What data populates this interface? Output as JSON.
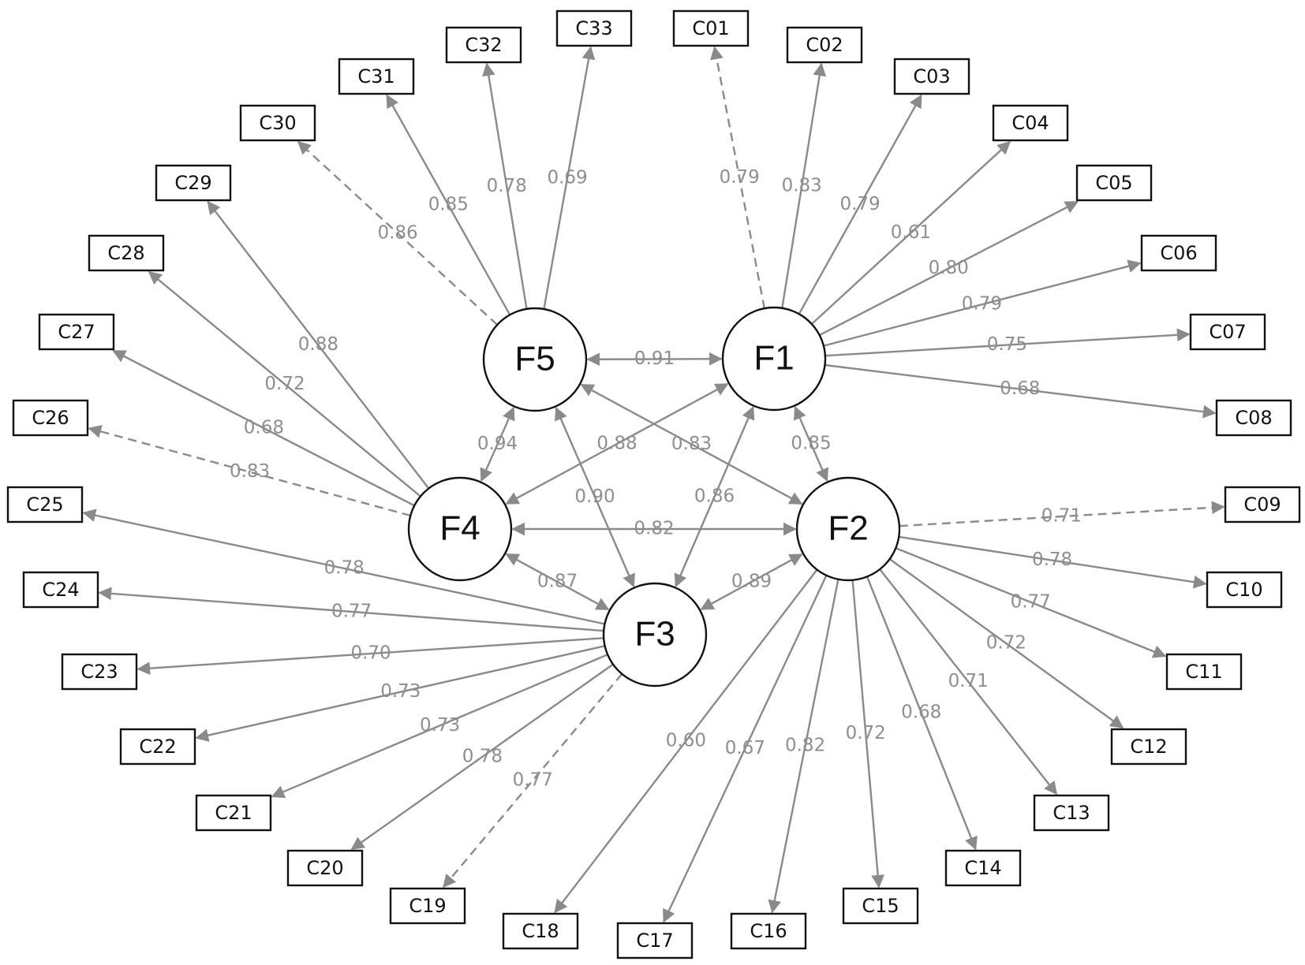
{
  "factors": [
    "F1",
    "F2",
    "F3",
    "F4",
    "F5"
  ],
  "indicators": [
    "C01",
    "C02",
    "C03",
    "C04",
    "C05",
    "C06",
    "C07",
    "C08",
    "C09",
    "C10",
    "C11",
    "C12",
    "C13",
    "C14",
    "C15",
    "C16",
    "C17",
    "C18",
    "C19",
    "C20",
    "C21",
    "C22",
    "C23",
    "C24",
    "C25",
    "C26",
    "C27",
    "C28",
    "C29",
    "C30",
    "C31",
    "C32",
    "C33"
  ],
  "loadings": [
    {
      "factor": "F1",
      "indicator": "C01",
      "value": "0.79",
      "dashed": true
    },
    {
      "factor": "F1",
      "indicator": "C02",
      "value": "0.83",
      "dashed": false
    },
    {
      "factor": "F1",
      "indicator": "C03",
      "value": "0.79",
      "dashed": false
    },
    {
      "factor": "F1",
      "indicator": "C04",
      "value": "0.61",
      "dashed": false
    },
    {
      "factor": "F1",
      "indicator": "C05",
      "value": "0.80",
      "dashed": false
    },
    {
      "factor": "F1",
      "indicator": "C06",
      "value": "0.79",
      "dashed": false
    },
    {
      "factor": "F1",
      "indicator": "C07",
      "value": "0.75",
      "dashed": false
    },
    {
      "factor": "F1",
      "indicator": "C08",
      "value": "0.68",
      "dashed": false
    },
    {
      "factor": "F2",
      "indicator": "C09",
      "value": "0.71",
      "dashed": true
    },
    {
      "factor": "F2",
      "indicator": "C10",
      "value": "0.78",
      "dashed": false
    },
    {
      "factor": "F2",
      "indicator": "C11",
      "value": "0.77",
      "dashed": false
    },
    {
      "factor": "F2",
      "indicator": "C12",
      "value": "0.72",
      "dashed": false
    },
    {
      "factor": "F2",
      "indicator": "C13",
      "value": "0.71",
      "dashed": false
    },
    {
      "factor": "F2",
      "indicator": "C14",
      "value": "0.68",
      "dashed": false
    },
    {
      "factor": "F2",
      "indicator": "C15",
      "value": "0.72",
      "dashed": false
    },
    {
      "factor": "F2",
      "indicator": "C16",
      "value": "0.82",
      "dashed": false
    },
    {
      "factor": "F2",
      "indicator": "C17",
      "value": "0.67",
      "dashed": false
    },
    {
      "factor": "F2",
      "indicator": "C18",
      "value": "0.60",
      "dashed": false
    },
    {
      "factor": "F3",
      "indicator": "C19",
      "value": "0.77",
      "dashed": true
    },
    {
      "factor": "F3",
      "indicator": "C20",
      "value": "0.78",
      "dashed": false
    },
    {
      "factor": "F3",
      "indicator": "C21",
      "value": "0.73",
      "dashed": false
    },
    {
      "factor": "F3",
      "indicator": "C22",
      "value": "0.73",
      "dashed": false
    },
    {
      "factor": "F3",
      "indicator": "C23",
      "value": "0.70",
      "dashed": false
    },
    {
      "factor": "F3",
      "indicator": "C24",
      "value": "0.77",
      "dashed": false
    },
    {
      "factor": "F3",
      "indicator": "C25",
      "value": "0.78",
      "dashed": false
    },
    {
      "factor": "F4",
      "indicator": "C26",
      "value": "0.83",
      "dashed": true
    },
    {
      "factor": "F4",
      "indicator": "C27",
      "value": "0.68",
      "dashed": false
    },
    {
      "factor": "F4",
      "indicator": "C28",
      "value": "0.72",
      "dashed": false
    },
    {
      "factor": "F4",
      "indicator": "C29",
      "value": "0.88",
      "dashed": false
    },
    {
      "factor": "F5",
      "indicator": "C30",
      "value": "0.86",
      "dashed": true
    },
    {
      "factor": "F5",
      "indicator": "C31",
      "value": "0.85",
      "dashed": false
    },
    {
      "factor": "F5",
      "indicator": "C32",
      "value": "0.78",
      "dashed": false
    },
    {
      "factor": "F5",
      "indicator": "C33",
      "value": "0.69",
      "dashed": false
    }
  ],
  "correlations": [
    {
      "a": "F5",
      "b": "F1",
      "value": "0.91"
    },
    {
      "a": "F1",
      "b": "F2",
      "value": "0.85"
    },
    {
      "a": "F5",
      "b": "F2",
      "value": "0.83"
    },
    {
      "a": "F1",
      "b": "F4",
      "value": "0.88"
    },
    {
      "a": "F5",
      "b": "F4",
      "value": "0.94"
    },
    {
      "a": "F5",
      "b": "F3",
      "value": "0.90"
    },
    {
      "a": "F1",
      "b": "F3",
      "value": "0.86"
    },
    {
      "a": "F4",
      "b": "F2",
      "value": "0.82"
    },
    {
      "a": "F4",
      "b": "F3",
      "value": "0.87"
    },
    {
      "a": "F3",
      "b": "F2",
      "value": "0.89"
    }
  ]
}
